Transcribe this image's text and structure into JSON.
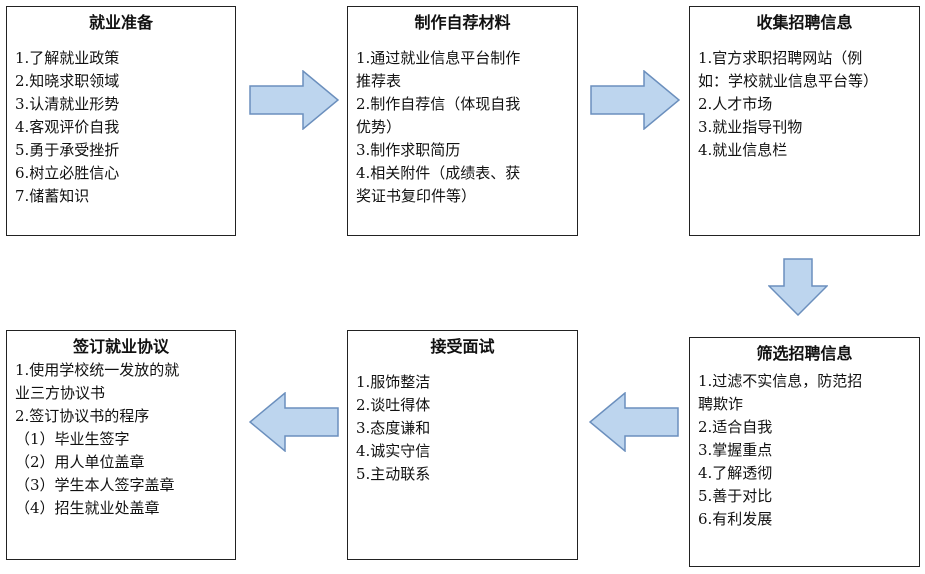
{
  "colors": {
    "arrow_fill": "#bdd5ee",
    "arrow_stroke": "#6b8fbd",
    "border": "#222222"
  },
  "steps": [
    {
      "title": "就业准备",
      "items": [
        "1.了解就业政策",
        "2.知晓求职领域",
        "3.认清就业形势",
        "4.客观评价自我",
        "5.勇于承受挫折",
        "6.树立必胜信心",
        "7.储蓄知识"
      ]
    },
    {
      "title": "制作自荐材料",
      "items": [
        "1.通过就业信息平台制作",
        "推荐表",
        "2.制作自荐信（体现自我",
        "优势）",
        "3.制作求职简历",
        "4.相关附件（成绩表、获",
        "奖证书复印件等）"
      ]
    },
    {
      "title": "收集招聘信息",
      "items": [
        "1.官方求职招聘网站（例",
        "如：学校就业信息平台等）",
        "2.人才市场",
        "3.就业指导刊物",
        "4.就业信息栏"
      ]
    },
    {
      "title": "筛选招聘信息",
      "items": [
        "1.过滤不实信息，防范招",
        "聘欺诈",
        "2.适合自我",
        "3.掌握重点",
        "4.了解透彻",
        "5.善于对比",
        "6.有利发展"
      ]
    },
    {
      "title": "接受面试",
      "items": [
        "1.服饰整洁",
        "2.谈吐得体",
        "3.态度谦和",
        "4.诚实守信",
        "5.主动联系"
      ]
    },
    {
      "title": "签订就业协议",
      "items": [
        "1.使用学校统一发放的就",
        "业三方协议书",
        "2.签订协议书的程序",
        "（1）毕业生签字",
        "（2）用人单位盖章",
        "（3）学生本人签字盖章",
        "（4）招生就业处盖章"
      ]
    }
  ]
}
